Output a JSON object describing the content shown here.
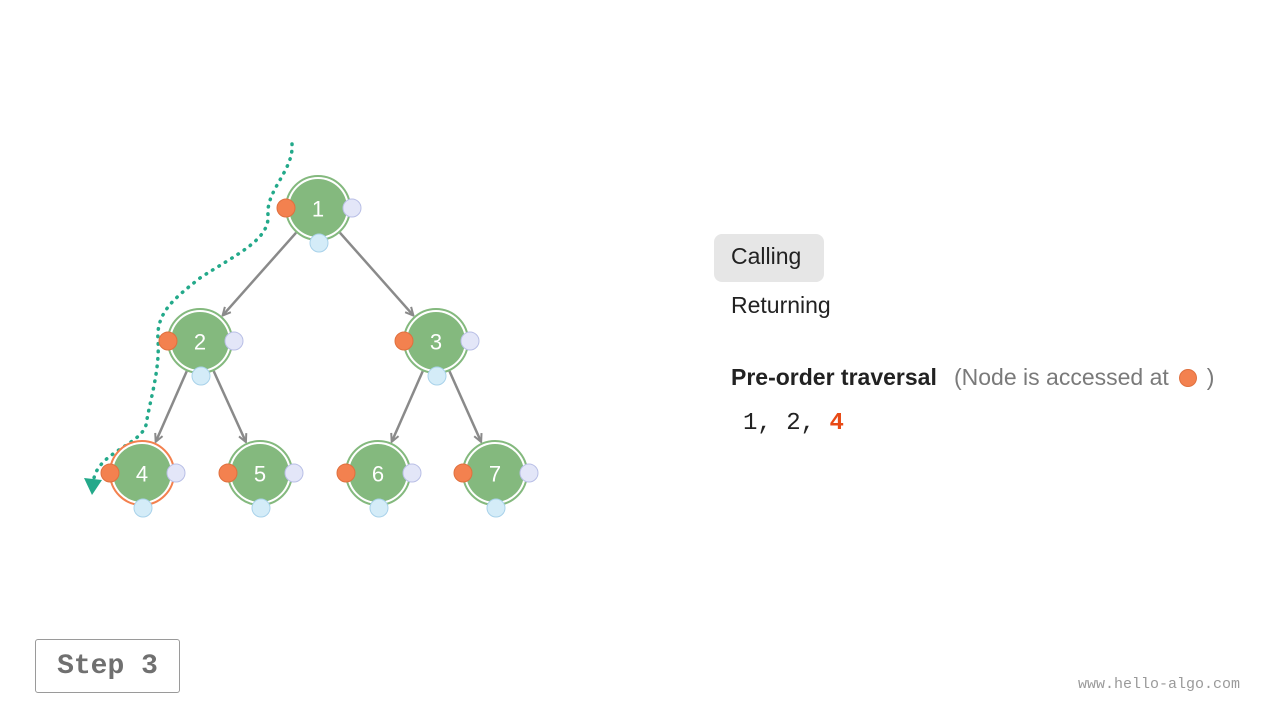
{
  "legend": {
    "calling": "Calling",
    "returning": "Returning",
    "active": "Calling"
  },
  "traversal": {
    "title": "Pre-order traversal",
    "note_prefix": "(Node is accessed at",
    "note_suffix": ")",
    "visited": [
      "1",
      "2"
    ],
    "current": "4",
    "separator": ", "
  },
  "tree": {
    "nodes": [
      {
        "id": "n1",
        "label": "1"
      },
      {
        "id": "n2",
        "label": "2"
      },
      {
        "id": "n3",
        "label": "3"
      },
      {
        "id": "n4",
        "label": "4",
        "highlighted": true
      },
      {
        "id": "n5",
        "label": "5"
      },
      {
        "id": "n6",
        "label": "6"
      },
      {
        "id": "n7",
        "label": "7"
      }
    ],
    "edges": [
      [
        "n1",
        "n2"
      ],
      [
        "n1",
        "n3"
      ],
      [
        "n2",
        "n4"
      ],
      [
        "n2",
        "n5"
      ],
      [
        "n3",
        "n6"
      ],
      [
        "n3",
        "n7"
      ]
    ],
    "colors": {
      "node_fill": "#84b97e",
      "node_ring": "#84b97e",
      "highlight_ring": "#f3814f",
      "pre_dot": "#f3814f",
      "in_dot": "#d4ecf8",
      "post_dot": "#e3e6f8",
      "edge": "#8a8a8a",
      "path": "#23a98a"
    }
  },
  "step": "Step 3",
  "watermark": "www.hello-algo.com"
}
